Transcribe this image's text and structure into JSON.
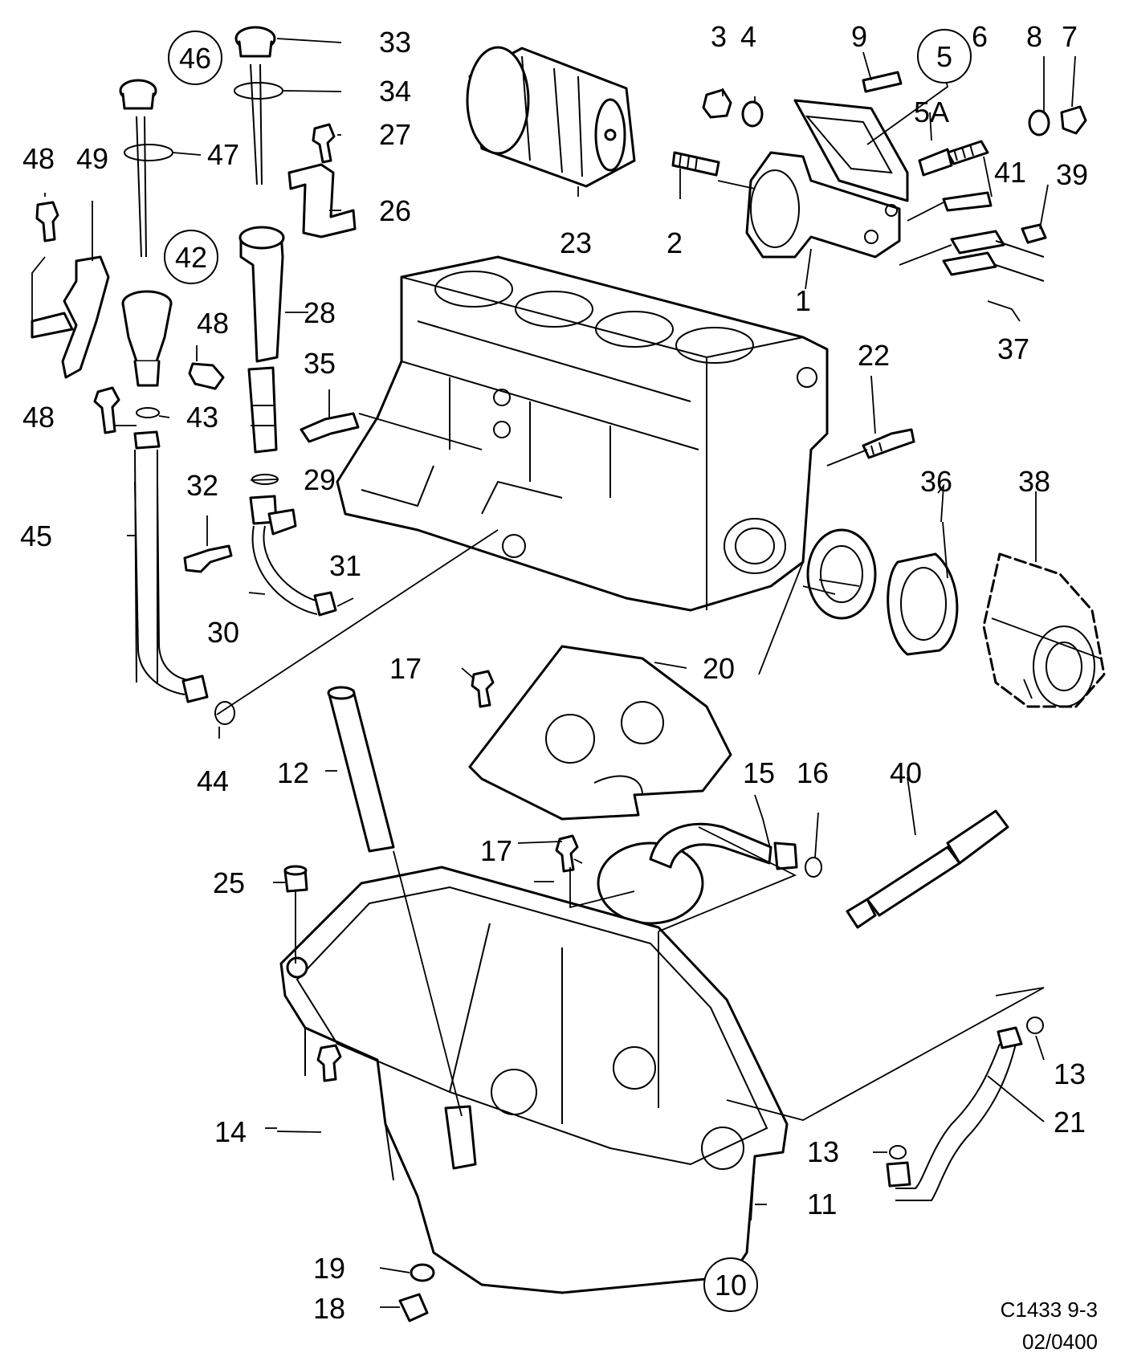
{
  "colors": {
    "ink": "#000000",
    "paper": "#ffffff"
  },
  "callouts": [
    {
      "id": "1",
      "text": "1"
    },
    {
      "id": "2",
      "text": "2"
    },
    {
      "id": "3",
      "text": "3"
    },
    {
      "id": "4",
      "text": "4"
    },
    {
      "id": "5A",
      "text": "5A"
    },
    {
      "id": "6",
      "text": "6"
    },
    {
      "id": "7",
      "text": "7"
    },
    {
      "id": "8",
      "text": "8"
    },
    {
      "id": "9",
      "text": "9"
    },
    {
      "id": "11",
      "text": "11"
    },
    {
      "id": "12",
      "text": "12"
    },
    {
      "id": "13a",
      "text": "13"
    },
    {
      "id": "13b",
      "text": "13"
    },
    {
      "id": "14",
      "text": "14"
    },
    {
      "id": "15",
      "text": "15"
    },
    {
      "id": "16",
      "text": "16"
    },
    {
      "id": "17a",
      "text": "17"
    },
    {
      "id": "17b",
      "text": "17"
    },
    {
      "id": "18",
      "text": "18"
    },
    {
      "id": "19",
      "text": "19"
    },
    {
      "id": "20",
      "text": "20"
    },
    {
      "id": "21",
      "text": "21"
    },
    {
      "id": "22",
      "text": "22"
    },
    {
      "id": "23",
      "text": "23"
    },
    {
      "id": "25",
      "text": "25"
    },
    {
      "id": "26",
      "text": "26"
    },
    {
      "id": "27",
      "text": "27"
    },
    {
      "id": "28",
      "text": "28"
    },
    {
      "id": "29",
      "text": "29"
    },
    {
      "id": "30",
      "text": "30"
    },
    {
      "id": "31",
      "text": "31"
    },
    {
      "id": "32",
      "text": "32"
    },
    {
      "id": "33",
      "text": "33"
    },
    {
      "id": "34",
      "text": "34"
    },
    {
      "id": "35",
      "text": "35"
    },
    {
      "id": "36",
      "text": "36"
    },
    {
      "id": "37",
      "text": "37"
    },
    {
      "id": "38",
      "text": "38"
    },
    {
      "id": "39",
      "text": "39"
    },
    {
      "id": "40",
      "text": "40"
    },
    {
      "id": "41",
      "text": "41"
    },
    {
      "id": "43",
      "text": "43"
    },
    {
      "id": "44",
      "text": "44"
    },
    {
      "id": "45",
      "text": "45"
    },
    {
      "id": "47",
      "text": "47"
    },
    {
      "id": "48a",
      "text": "48"
    },
    {
      "id": "48b",
      "text": "48"
    },
    {
      "id": "48c",
      "text": "48"
    },
    {
      "id": "49",
      "text": "49"
    }
  ],
  "circled_callouts": [
    {
      "id": "46",
      "text": "46"
    },
    {
      "id": "42",
      "text": "42"
    },
    {
      "id": "5",
      "text": "5"
    },
    {
      "id": "10",
      "text": "10"
    }
  ],
  "footer": {
    "code": "C1433 9-3",
    "date": "02/0400"
  }
}
